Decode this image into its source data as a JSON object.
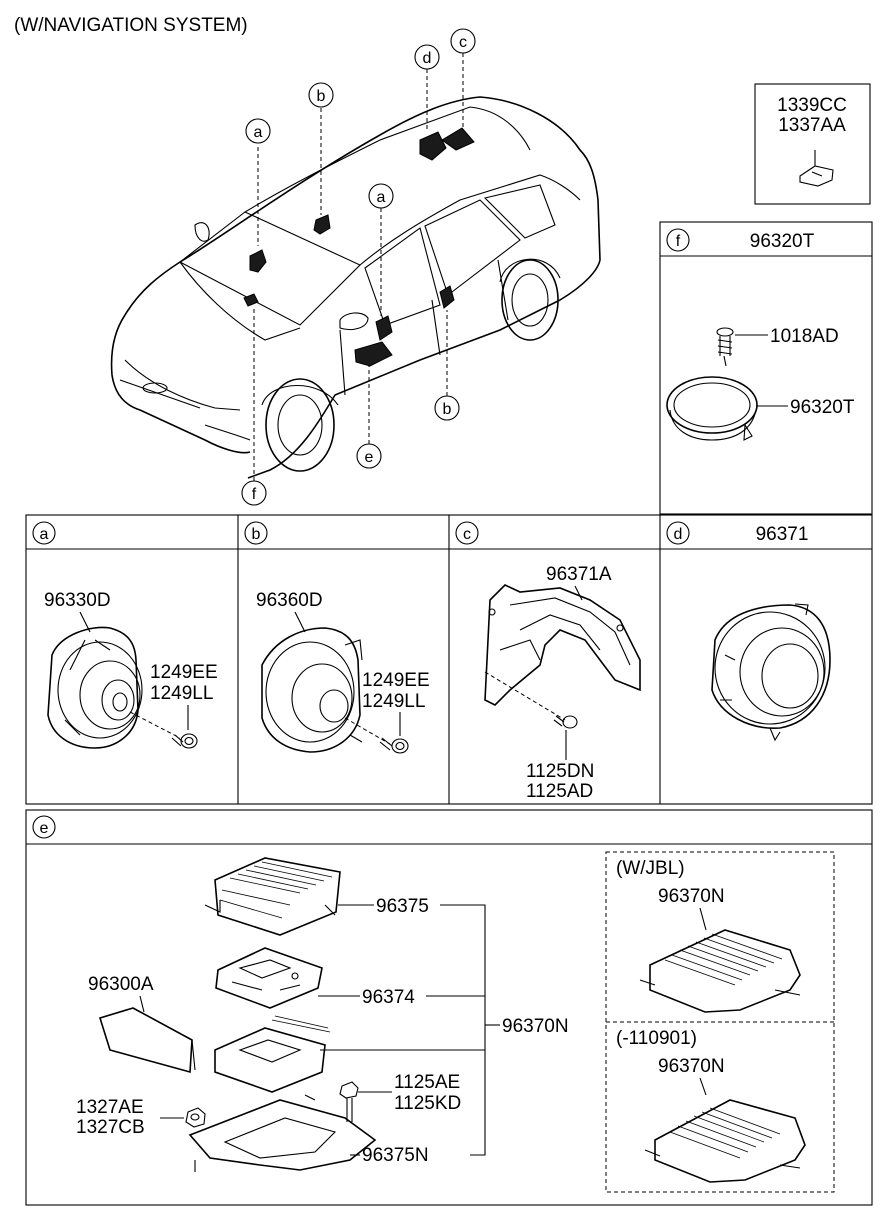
{
  "title": "(W/NAVIGATION SYSTEM)",
  "car_callouts": {
    "a1": "a",
    "b1": "b",
    "d": "d",
    "c": "c",
    "a2": "a",
    "b2": "b",
    "e": "e",
    "f": "f"
  },
  "clip": {
    "part1": "1339CC",
    "part2": "1337AA"
  },
  "panel_f": {
    "letter": "f",
    "header": "96320T",
    "screw": "1018AD",
    "speaker": "96320T"
  },
  "panel_a": {
    "letter": "a",
    "speaker": "96330D",
    "screw1": "1249EE",
    "screw2": "1249LL"
  },
  "panel_b": {
    "letter": "b",
    "speaker": "96360D",
    "screw1": "1249EE",
    "screw2": "1249LL"
  },
  "panel_c": {
    "letter": "c",
    "bracket": "96371A",
    "screw1": "1125DN",
    "screw2": "1125AD"
  },
  "panel_d": {
    "letter": "d",
    "header": "96371"
  },
  "panel_e": {
    "letter": "e",
    "cover": "96375",
    "board": "96374",
    "assembly": "96370N",
    "bracket": "96375N",
    "trim": "96300A",
    "nut1": "1327AE",
    "nut2": "1327CB",
    "bolt1": "1125AE",
    "bolt2": "1125KD",
    "jbl_title": "(W/JBL)",
    "jbl_part": "96370N",
    "old_title": "(-110901)",
    "old_part": "96370N"
  }
}
